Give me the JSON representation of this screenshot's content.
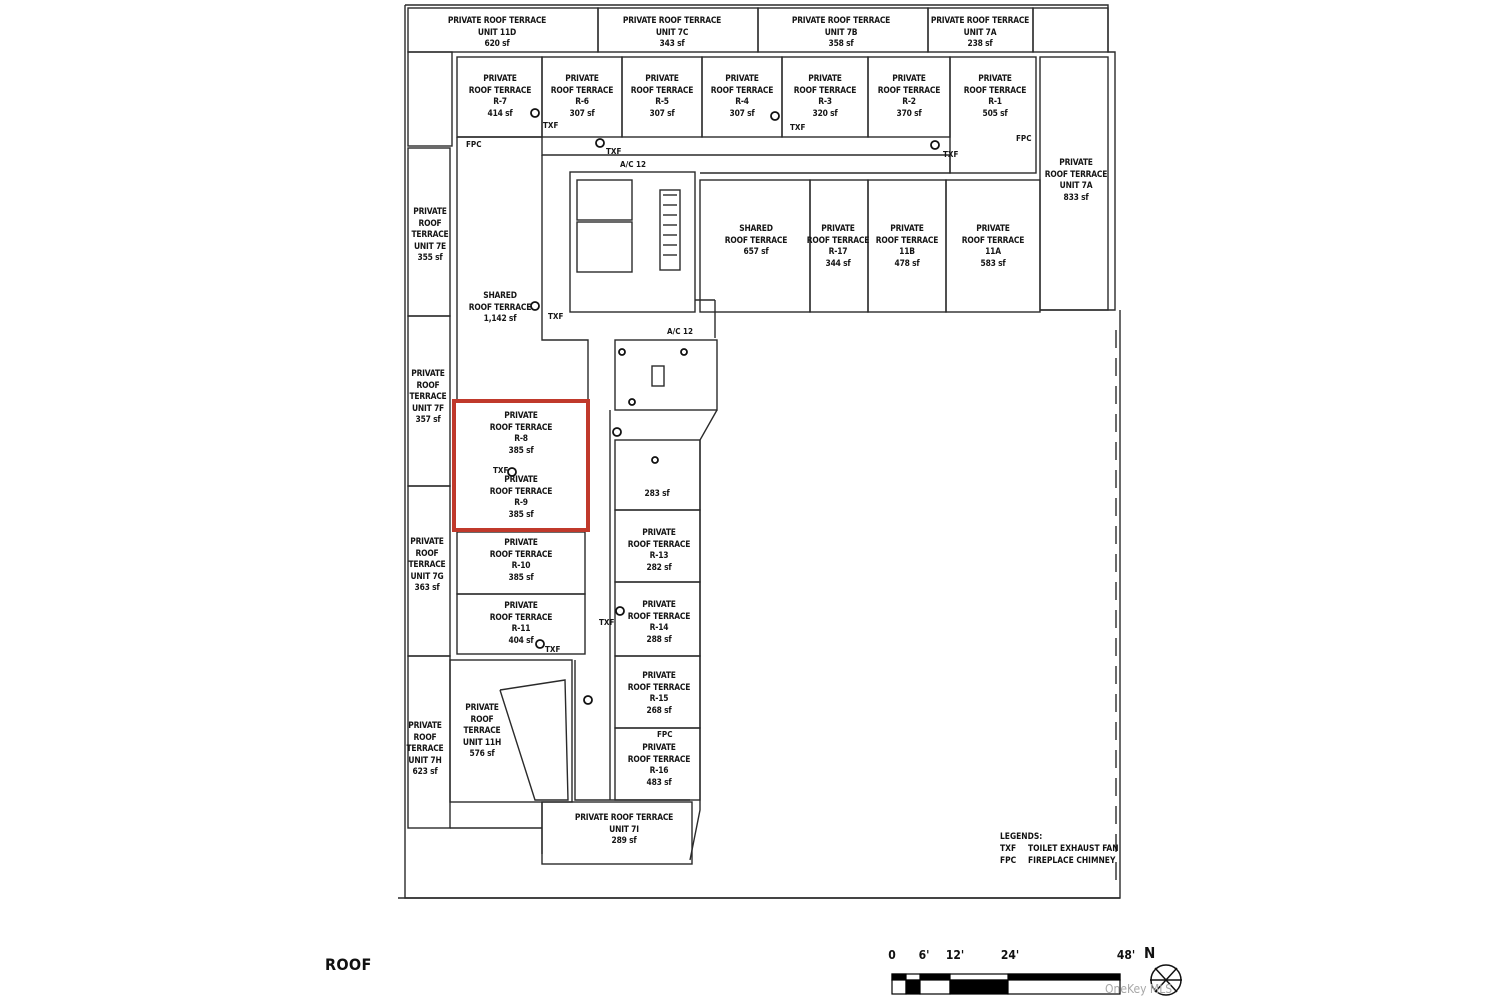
{
  "drawing_title": "ROOF",
  "watermark": "OneKey MLS",
  "highlight_color": "#c0392b",
  "units": [
    {
      "id": "t11d",
      "lines": [
        "PRIVATE ROOF TERRACE",
        "UNIT 11D",
        "620 sf"
      ]
    },
    {
      "id": "t7c",
      "lines": [
        "PRIVATE ROOF TERRACE",
        "UNIT 7C",
        "343 sf"
      ]
    },
    {
      "id": "t7b",
      "lines": [
        "PRIVATE ROOF TERRACE",
        "UNIT 7B",
        "358 sf"
      ]
    },
    {
      "id": "t7a_top",
      "lines": [
        "PRIVATE ROOF TERRACE",
        "UNIT 7A",
        "238 sf"
      ]
    },
    {
      "id": "r7",
      "lines": [
        "PRIVATE",
        "ROOF TERRACE",
        "R-7",
        "414 sf"
      ]
    },
    {
      "id": "r6",
      "lines": [
        "PRIVATE",
        "ROOF TERRACE",
        "R-6",
        "307 sf"
      ]
    },
    {
      "id": "r5",
      "lines": [
        "PRIVATE",
        "ROOF TERRACE",
        "R-5",
        "307 sf"
      ]
    },
    {
      "id": "r4",
      "lines": [
        "PRIVATE",
        "ROOF TERRACE",
        "R-4",
        "307 sf"
      ]
    },
    {
      "id": "r3",
      "lines": [
        "PRIVATE",
        "ROOF TERRACE",
        "R-3",
        "320 sf"
      ]
    },
    {
      "id": "r2",
      "lines": [
        "PRIVATE",
        "ROOF TERRACE",
        "R-2",
        "370 sf"
      ]
    },
    {
      "id": "r1",
      "lines": [
        "PRIVATE",
        "ROOF TERRACE",
        "R-1",
        "505 sf"
      ]
    },
    {
      "id": "t7a_right",
      "lines": [
        "PRIVATE",
        "ROOF TERRACE",
        "UNIT 7A",
        "833 sf"
      ]
    },
    {
      "id": "t7e",
      "lines": [
        "PRIVATE",
        "ROOF",
        "TERRACE",
        "UNIT 7E",
        "355 sf"
      ]
    },
    {
      "id": "shared1",
      "lines": [
        "SHARED",
        "ROOF TERRACE",
        "1,142 sf"
      ]
    },
    {
      "id": "shared2",
      "lines": [
        "SHARED",
        "ROOF TERRACE",
        "657 sf"
      ]
    },
    {
      "id": "r17",
      "lines": [
        "PRIVATE",
        "ROOF TERRACE",
        "R-17",
        "344 sf"
      ]
    },
    {
      "id": "u11b",
      "lines": [
        "PRIVATE",
        "ROOF TERRACE",
        "11B",
        "478 sf"
      ]
    },
    {
      "id": "u11a",
      "lines": [
        "PRIVATE",
        "ROOF TERRACE",
        "11A",
        "583 sf"
      ]
    },
    {
      "id": "t7f",
      "lines": [
        "PRIVATE",
        "ROOF",
        "TERRACE",
        "UNIT 7F",
        "357 sf"
      ]
    },
    {
      "id": "r8",
      "lines": [
        "PRIVATE",
        "ROOF TERRACE",
        "R-8",
        "385 sf"
      ]
    },
    {
      "id": "r9",
      "lines": [
        "PRIVATE",
        "ROOF TERRACE",
        "R-9",
        "385 sf"
      ]
    },
    {
      "id": "r12",
      "lines": [
        "283 sf"
      ]
    },
    {
      "id": "r10",
      "lines": [
        "PRIVATE",
        "ROOF TERRACE",
        "R-10",
        "385 sf"
      ]
    },
    {
      "id": "r13",
      "lines": [
        "PRIVATE",
        "ROOF TERRACE",
        "R-13",
        "282 sf"
      ]
    },
    {
      "id": "t7g",
      "lines": [
        "PRIVATE",
        "ROOF",
        "TERRACE",
        "UNIT 7G",
        "363 sf"
      ]
    },
    {
      "id": "r11",
      "lines": [
        "PRIVATE",
        "ROOF TERRACE",
        "R-11",
        "404 sf"
      ]
    },
    {
      "id": "r14",
      "lines": [
        "PRIVATE",
        "ROOF TERRACE",
        "R-14",
        "288 sf"
      ]
    },
    {
      "id": "u11h",
      "lines": [
        "PRIVATE",
        "ROOF",
        "TERRACE",
        "UNIT 11H",
        "576 sf"
      ]
    },
    {
      "id": "r15",
      "lines": [
        "PRIVATE",
        "ROOF TERRACE",
        "R-15",
        "268 sf"
      ]
    },
    {
      "id": "t7h",
      "lines": [
        "PRIVATE",
        "ROOF",
        "TERRACE",
        "UNIT 7H",
        "623 sf"
      ]
    },
    {
      "id": "r16",
      "lines": [
        "PRIVATE",
        "ROOF TERRACE",
        "R-16",
        "483 sf"
      ]
    },
    {
      "id": "t7i",
      "lines": [
        "PRIVATE ROOF TERRACE",
        "UNIT 7I",
        "289 sf"
      ]
    }
  ],
  "tags": [
    {
      "id": "fpc1",
      "text": "FPC"
    },
    {
      "id": "txf1",
      "text": "TXF"
    },
    {
      "id": "txf2",
      "text": "TXF"
    },
    {
      "id": "txf3",
      "text": "TXF"
    },
    {
      "id": "fpc2",
      "text": "FPC"
    },
    {
      "id": "ac1",
      "text": "A/C 12"
    },
    {
      "id": "txf4",
      "text": "TXF"
    },
    {
      "id": "ac2",
      "text": "A/C 12"
    },
    {
      "id": "txf5",
      "text": "TXF"
    },
    {
      "id": "txf6",
      "text": "TXF"
    },
    {
      "id": "txf7",
      "text": "TXF"
    },
    {
      "id": "txf8",
      "text": "TXF"
    },
    {
      "id": "fpc3",
      "text": "FPC"
    }
  ],
  "legend": {
    "title": "LEGENDS:",
    "items": [
      {
        "key": "TXF",
        "label": "TOILET EXHAUST FAN"
      },
      {
        "key": "FPC",
        "label": "FIREPLACE CHIMNEY"
      }
    ]
  },
  "scale": {
    "ticks": [
      "0",
      "6'",
      "12'",
      "24'",
      "48'"
    ],
    "north": "N"
  }
}
